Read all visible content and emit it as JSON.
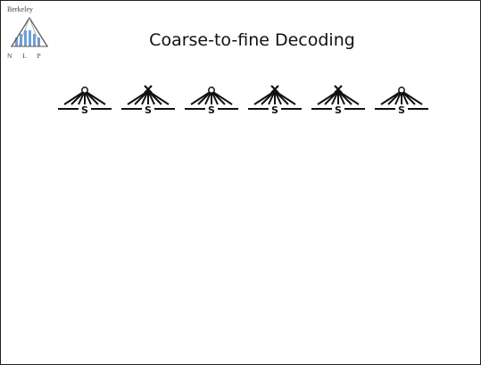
{
  "logo": {
    "top_text": "Berkeley",
    "bottom_text": "N L P"
  },
  "slide": {
    "title": "Coarse-to-fine Decoding"
  },
  "trees": [
    {
      "label": "S",
      "root": "circle"
    },
    {
      "label": "S",
      "root": "cross"
    },
    {
      "label": "S",
      "root": "circle"
    },
    {
      "label": "S",
      "root": "cross"
    },
    {
      "label": "S",
      "root": "cross"
    },
    {
      "label": "S",
      "root": "circle"
    }
  ]
}
